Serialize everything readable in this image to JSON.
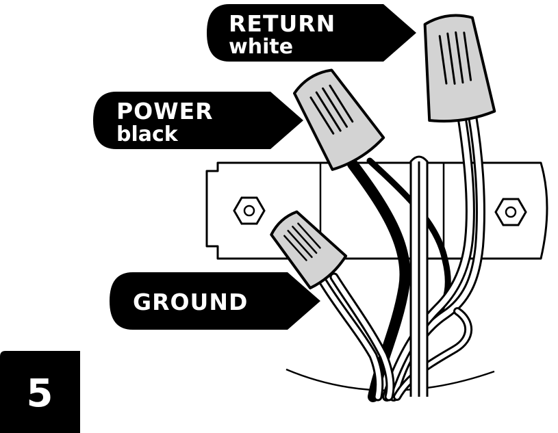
{
  "step": {
    "number": "5"
  },
  "labels": {
    "return": {
      "main": "RETURN",
      "sub": "white"
    },
    "power": {
      "main": "POWER",
      "sub": "black"
    },
    "ground": {
      "main": "GROUND"
    }
  },
  "colors": {
    "ink": "#000000",
    "connector_fill": "#d3d3d3",
    "background": "#ffffff"
  }
}
